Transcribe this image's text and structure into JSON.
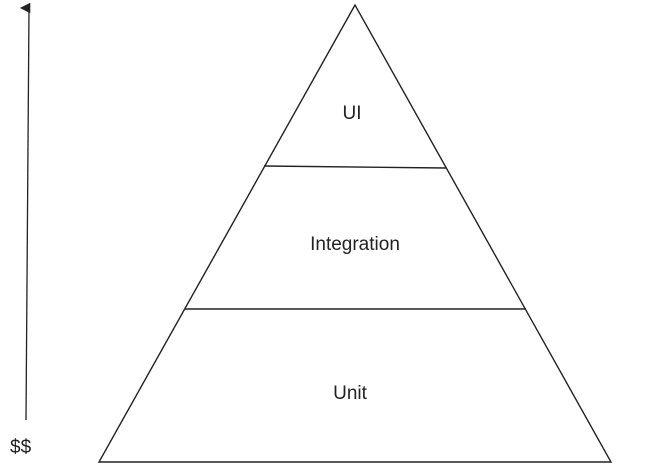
{
  "diagram": {
    "axis_label": "$$",
    "tiers": [
      {
        "label": "UI"
      },
      {
        "label": "Integration"
      },
      {
        "label": "Unit"
      }
    ],
    "colors": {
      "stroke": "#222222",
      "background": "#ffffff"
    }
  }
}
